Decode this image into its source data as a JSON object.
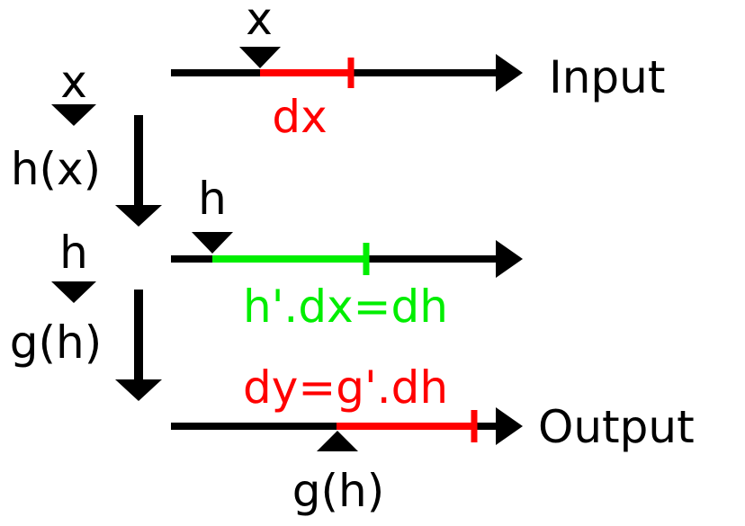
{
  "colors": {
    "line": "#000000",
    "red": "#ff0000",
    "green": "#00ee00"
  },
  "left": {
    "x_label": "x",
    "h_fn_label": "h(x)",
    "h_label": "h",
    "g_fn_label": "g(h)"
  },
  "input_line": {
    "marker_label": "x",
    "segment_label": "dx",
    "axis_label": "Input"
  },
  "middle_line": {
    "marker_label": "h",
    "segment_label": "h'.dx=dh"
  },
  "output_line": {
    "segment_label": "dy=g'.dh",
    "marker_label": "g(h)",
    "axis_label": "Output"
  }
}
